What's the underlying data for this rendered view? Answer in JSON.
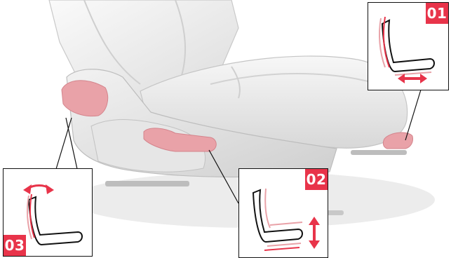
{
  "diagram": {
    "callouts": [
      {
        "id": "c01",
        "number": "01",
        "function": "seat-fore-aft"
      },
      {
        "id": "c02",
        "number": "02",
        "function": "seat-height"
      },
      {
        "id": "c03",
        "number": "03",
        "function": "backrest-recline"
      }
    ]
  },
  "colors": {
    "accent": "#e8344a",
    "control_pink": "#e9a2a8",
    "seat_light": "#f4f4f4",
    "seat_shadow": "#d9d9d9",
    "outline": "#111111"
  }
}
